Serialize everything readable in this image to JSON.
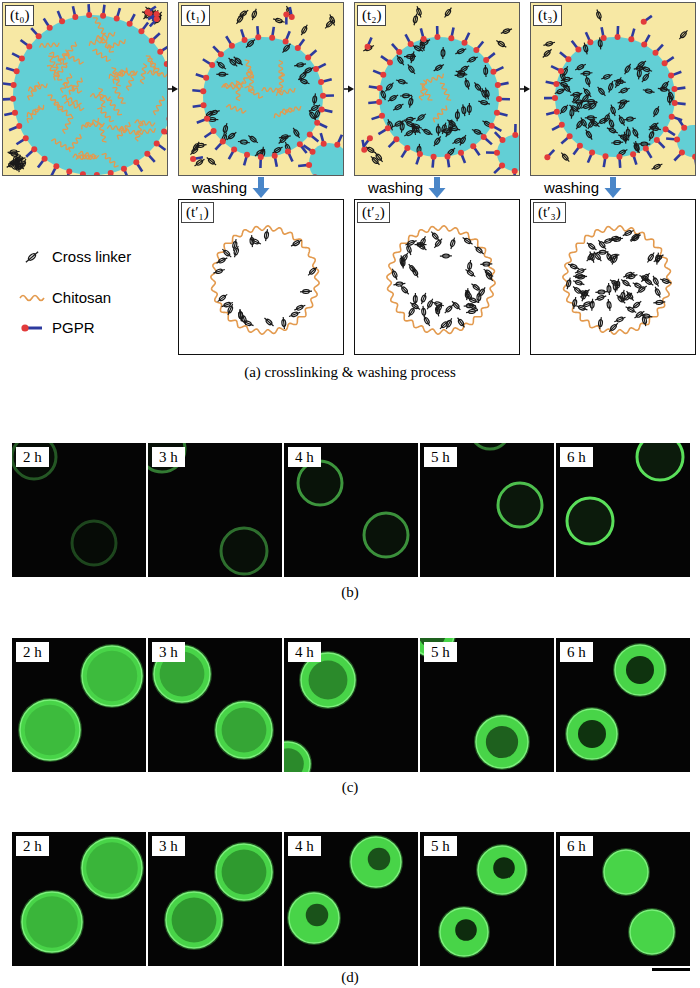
{
  "diagram": {
    "nodes": [
      {
        "text": [
          "(t₀)"
        ]
      },
      {
        "text": [
          "(t₁)"
        ]
      },
      {
        "text": [
          "(t₂)"
        ]
      },
      {
        "text": [
          "(t₃)"
        ]
      },
      {
        "text": [
          "(t′₁)"
        ]
      },
      {
        "text": [
          "(t′₂)"
        ]
      },
      {
        "text": [
          "(t′₃)"
        ]
      },
      {
        "text": [
          "2 h"
        ]
      },
      {
        "text": [
          "3 h"
        ]
      },
      {
        "text": [
          "4 h"
        ]
      },
      {
        "text": [
          "5 h"
        ]
      },
      {
        "text": [
          "6 h"
        ]
      },
      {
        "text": [
          "2 h"
        ]
      },
      {
        "text": [
          "3 h"
        ]
      },
      {
        "text": [
          "4 h"
        ]
      },
      {
        "text": [
          "5 h"
        ]
      },
      {
        "text": [
          "6 h"
        ]
      },
      {
        "text": [
          "2 h"
        ]
      },
      {
        "text": [
          "3 h"
        ]
      },
      {
        "text": [
          "4 h"
        ]
      },
      {
        "text": [
          "5 h"
        ]
      },
      {
        "text": [
          "6 h"
        ]
      }
    ],
    "edges": [
      {
        "from": 0,
        "to": 1,
        "arrow": "to"
      },
      {
        "from": 1,
        "to": 2,
        "arrow": "to"
      },
      {
        "from": 2,
        "to": 3,
        "arrow": "to"
      },
      {
        "from": 1,
        "to": 4,
        "label": "washing",
        "arrow": "to"
      },
      {
        "from": 2,
        "to": 5,
        "label": "washing",
        "arrow": "to"
      },
      {
        "from": 3,
        "to": 6,
        "label": "washing",
        "arrow": "to"
      }
    ],
    "labels": [
      "(a) crosslinking & washing process",
      "(b)",
      "(c)",
      "(d)"
    ],
    "legend": [
      {
        "text": "Cross linker"
      },
      {
        "text": "Chitosan"
      },
      {
        "text": "PGPR"
      }
    ]
  }
}
